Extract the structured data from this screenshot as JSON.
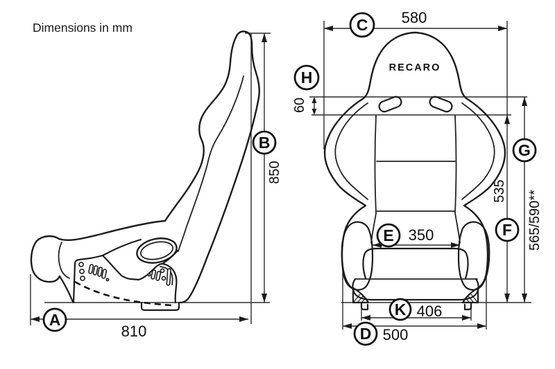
{
  "title": "Dimensions in mm",
  "brand": "RECARO",
  "dims": {
    "A": {
      "letter": "A",
      "value": "810"
    },
    "B": {
      "letter": "B",
      "value": "850"
    },
    "C": {
      "letter": "C",
      "value": "580"
    },
    "D": {
      "letter": "D",
      "value": "500"
    },
    "E": {
      "letter": "E",
      "value": "350"
    },
    "F": {
      "letter": "F",
      "value": "535"
    },
    "G": {
      "letter": "G",
      "value": "565/590**"
    },
    "H": {
      "letter": "H",
      "value": "60"
    },
    "K": {
      "letter": "K",
      "value": "406"
    }
  }
}
